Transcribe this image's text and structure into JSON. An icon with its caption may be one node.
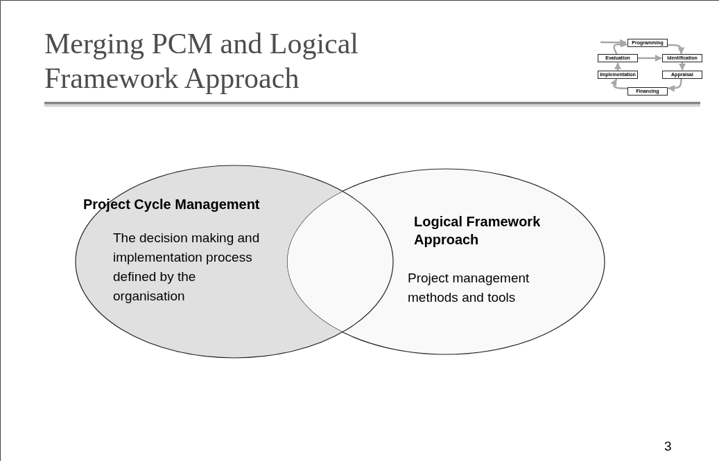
{
  "diagram": {
    "title": "Merging PCM and Logical Framework Approach",
    "nodes": [
      {
        "text": [
          "Project Cycle Management",
          "The decision making and implementation process defined by the organisation"
        ]
      },
      {
        "text": [
          "Logical Framework Approach",
          "Project management methods and tools"
        ]
      },
      {
        "text": [
          "Programming"
        ]
      },
      {
        "text": [
          "Evaluation"
        ]
      },
      {
        "text": [
          "Identification"
        ]
      },
      {
        "text": [
          "Implementation"
        ]
      },
      {
        "text": [
          "Appraisal"
        ]
      },
      {
        "text": [
          "Financing"
        ]
      }
    ],
    "edges": [
      {
        "from": null,
        "to": 2,
        "arrow": "to"
      },
      {
        "from": 2,
        "to": 4,
        "arrow": "to"
      },
      {
        "from": 4,
        "to": 6,
        "arrow": "to"
      },
      {
        "from": 6,
        "to": 7,
        "arrow": "to"
      },
      {
        "from": 7,
        "to": 5,
        "arrow": "to"
      },
      {
        "from": 5,
        "to": 3,
        "arrow": "to"
      },
      {
        "from": 3,
        "to": 2,
        "arrow": "to"
      },
      {
        "from": 3,
        "to": 4,
        "arrow": "to"
      }
    ],
    "labels": [
      "3"
    ]
  }
}
